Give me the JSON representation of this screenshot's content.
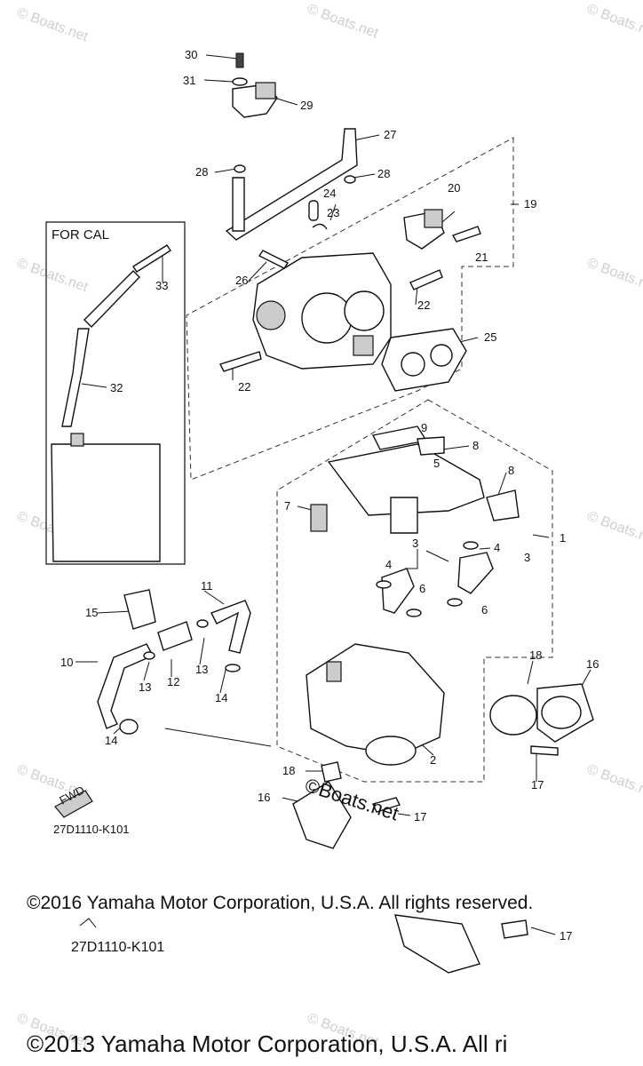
{
  "diagram": {
    "for_cal_label": "FOR CAL",
    "diagram_code": "27D1110-K101",
    "diagram_code_repeat": "27D1110-K101",
    "copyright_main": "©2016 Yamaha Motor Corporation, U.S.A. All rights reserved.",
    "copyright_bottom": "©2013 Yamaha Motor Corporation, U.S.A. All ri",
    "watermark": "© Boats.net",
    "center_watermark": "©Boats.net",
    "fwd_label": "FWD",
    "callouts": {
      "c30": "30",
      "c31": "31",
      "c29": "29",
      "c27": "27",
      "c28a": "28",
      "c28b": "28",
      "c24": "24",
      "c23": "23",
      "c20": "20",
      "c19": "19",
      "c21": "21",
      "c26": "26",
      "c33": "33",
      "c22a": "22",
      "c22b": "22",
      "c25": "25",
      "c32": "32",
      "c9": "9",
      "c8a": "8",
      "c8b": "8",
      "c5": "5",
      "c7": "7",
      "c1": "1",
      "c3a": "3",
      "c4a": "4",
      "c4b": "4",
      "c3b": "3",
      "c6a": "6",
      "c6b": "6",
      "c11": "11",
      "c15": "15",
      "c10": "10",
      "c13a": "13",
      "c12": "12",
      "c13b": "13",
      "c14a": "14",
      "c14b": "14",
      "c18a": "18",
      "c16a": "16",
      "c2": "2",
      "c18b": "18",
      "c17a": "17",
      "c16b": "16",
      "c17b": "17",
      "c17c": "17"
    }
  }
}
